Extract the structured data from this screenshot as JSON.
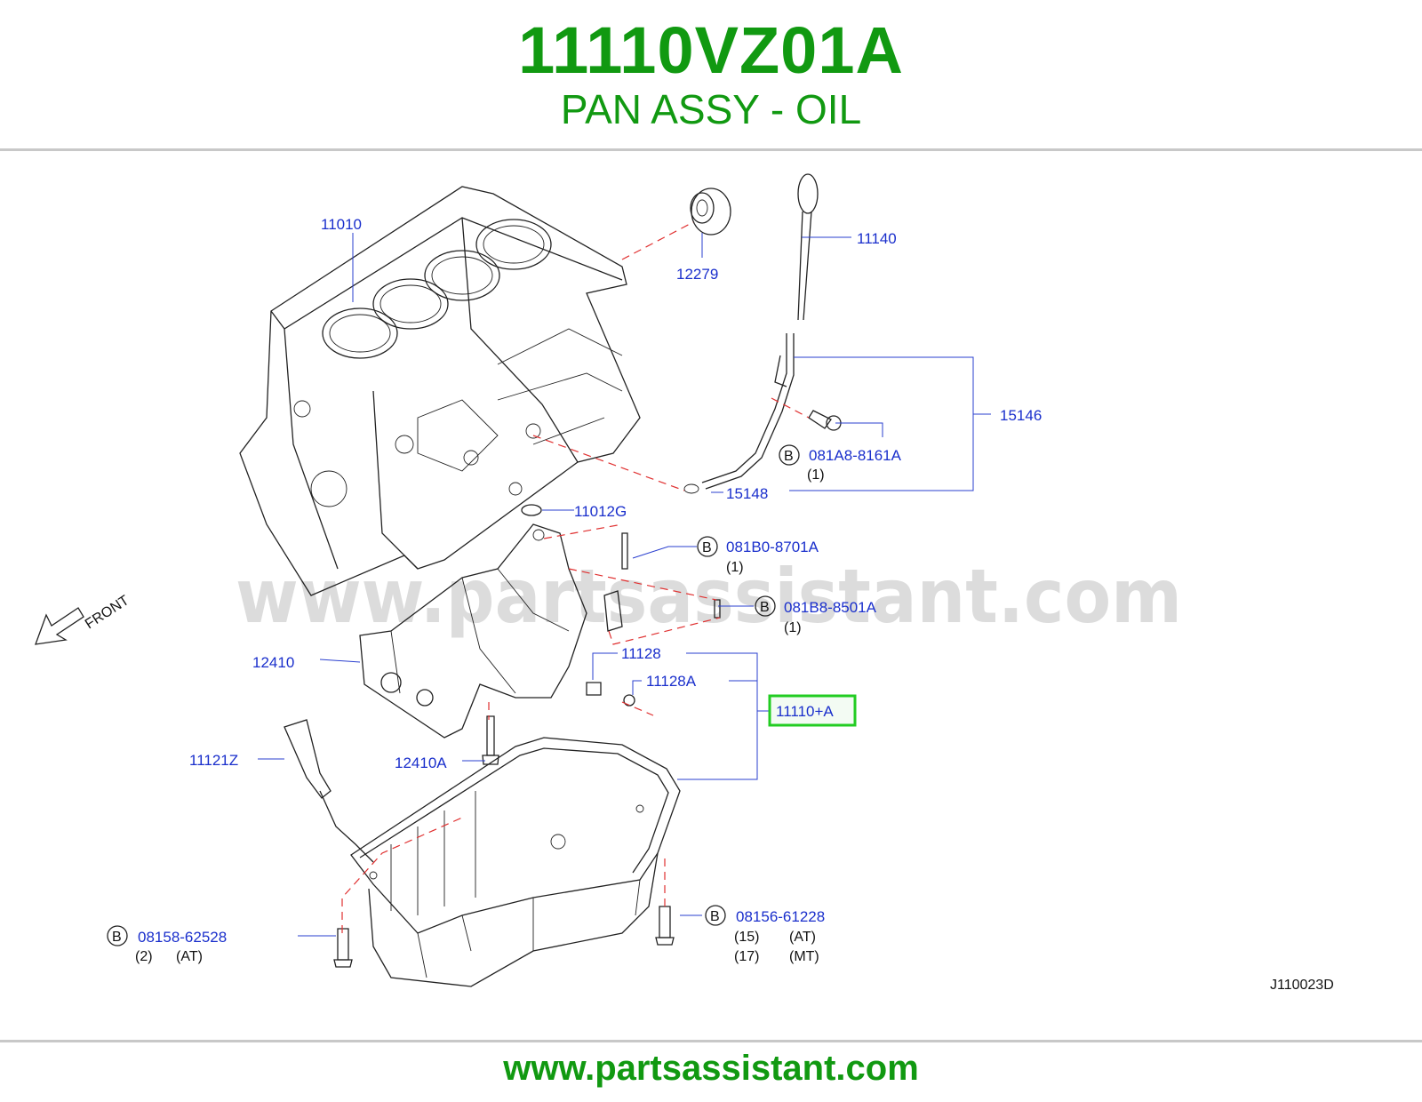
{
  "header": {
    "part_number": "11110VZ01A",
    "part_name": "PAN ASSY - OIL"
  },
  "diagram": {
    "watermark": "www.partsassistant.com",
    "front_label": "FRONT",
    "diagram_code": "J110023D",
    "highlight_color": "#22cc22",
    "labels": {
      "l11010": "11010",
      "l12279": "12279",
      "l11140": "11140",
      "l15146": "15146",
      "l081a8": "081A8-8161A",
      "l081a8_qty": "(1)",
      "l15148": "15148",
      "l11012g": "11012G",
      "l081b0": "081B0-8701A",
      "l081b0_qty": "(1)",
      "l081b8": "081B8-8501A",
      "l081b8_qty": "(1)",
      "l12410": "12410",
      "l11128": "11128",
      "l11128a": "11128A",
      "l11110a": "11110+A",
      "l11121z": "11121Z",
      "l12410a": "12410A",
      "l08156": "08156-61228",
      "l08156_qty1": "(15)",
      "l08156_var1": "(AT)",
      "l08156_qty2": "(17)",
      "l08156_var2": "(MT)",
      "l08158": "08158-62528",
      "l08158_qty": "(2)",
      "l08158_var": "(AT)",
      "bolt_badge": "B"
    }
  },
  "footer": {
    "url": "www.partsassistant.com"
  }
}
